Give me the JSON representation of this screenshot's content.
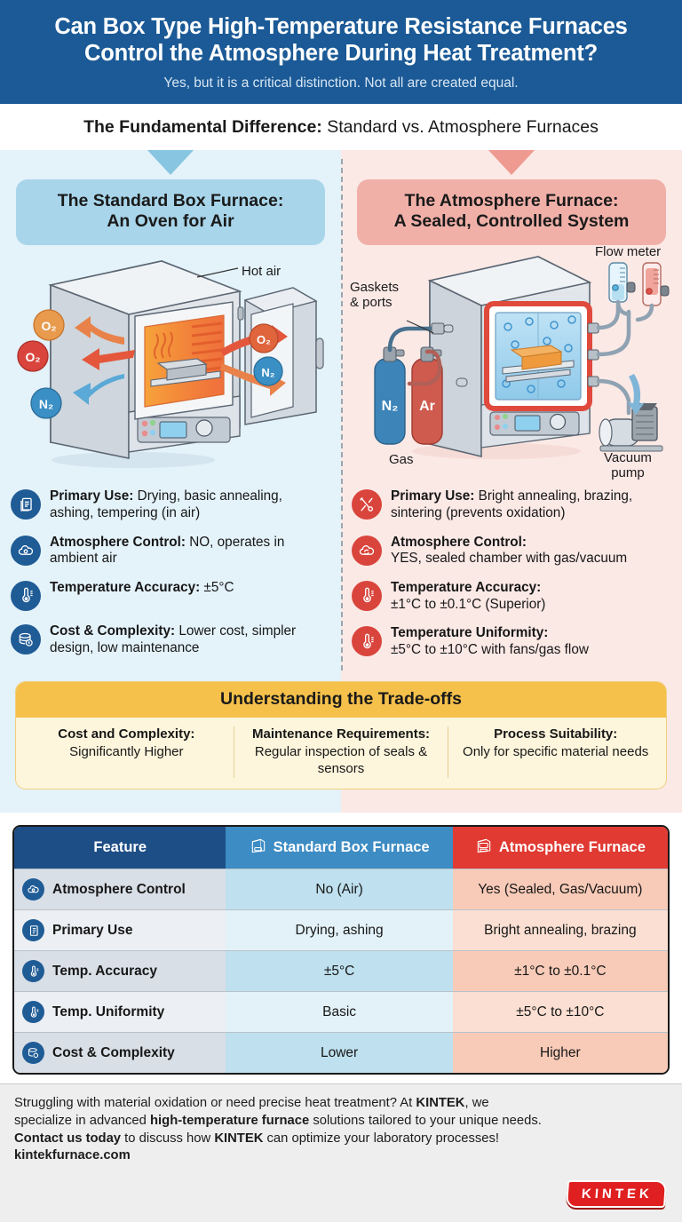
{
  "header": {
    "title_line1": "Can Box Type High-Temperature Resistance Furnaces",
    "title_line2": "Control the Atmosphere During Heat Treatment?",
    "subtitle": "Yes, but it is a critical distinction. Not all are created equal."
  },
  "section": {
    "title_bold": "The Fundamental Difference:",
    "title_rest": " Standard vs. Atmosphere Furnaces"
  },
  "left_column": {
    "pill_line1": "The Standard Box Furnace:",
    "pill_line2": "An Oven for Air",
    "illustration_labels": {
      "hot_air": "Hot air",
      "o2_outer": "O₂",
      "o2_mid": "O₂",
      "n2_outer": "N₂",
      "o2_door": "O₂",
      "n2_door": "N₂"
    },
    "bullets": [
      {
        "icon": "document-icon",
        "label": "Primary Use:",
        "value": " Drying, basic annealing, ashing, tempering (in air)"
      },
      {
        "icon": "cloud-gear-icon",
        "label": "Atmosphere Control:",
        "value": " NO, operates in ambient air"
      },
      {
        "icon": "thermometer-icon",
        "label": "Temperature Accuracy:",
        "value": " ±5°C"
      },
      {
        "icon": "coins-icon",
        "label": "Cost & Complexity:",
        "value": " Lower cost, simpler design, low maintenance"
      }
    ]
  },
  "right_column": {
    "pill_line1": "The Atmosphere Furnace:",
    "pill_line2": "A Sealed, Controlled System",
    "illustration_labels": {
      "gaskets_line1": "Gaskets",
      "gaskets_line2": "& ports",
      "flow_meter": "Flow meter",
      "gas": "Gas",
      "vacuum_line1": "Vacuum",
      "vacuum_line2": "pump",
      "cylinder_n2": "N₂",
      "cylinder_ar": "Ar"
    },
    "bullets": [
      {
        "icon": "tools-icon",
        "label": "Primary Use:",
        "value": " Bright annealing, brazing, sintering (prevents oxidation)"
      },
      {
        "icon": "cloud-cycle-icon",
        "label": "Atmosphere Control:",
        "value": " YES, sealed chamber with gas/vacuum"
      },
      {
        "icon": "thermometer-icon",
        "label": "Temperature Accuracy:",
        "value": "±1°C to ±0.1°C (Superior)"
      },
      {
        "icon": "thermometer-icon",
        "label": "Temperature Uniformity:",
        "value": "±5°C to ±10°C with fans/gas flow"
      }
    ]
  },
  "tradeoffs": {
    "heading": "Understanding the Trade-offs",
    "items": [
      {
        "label": "Cost and Complexity:",
        "value": "Significantly Higher"
      },
      {
        "label": "Maintenance Requirements:",
        "value": "Regular inspection of seals & sensors"
      },
      {
        "label": "Process Suitability:",
        "value": "Only for specific material needs"
      }
    ]
  },
  "table": {
    "headers": {
      "feature": "Feature",
      "standard": "Standard Box Furnace",
      "atmosphere": "Atmosphere Furnace"
    },
    "rows": [
      {
        "icon": "cloud-gear-icon",
        "feature": "Atmosphere Control",
        "standard": "No (Air)",
        "atmosphere": "Yes (Sealed, Gas/Vacuum)"
      },
      {
        "icon": "document-icon",
        "feature": "Primary Use",
        "standard": "Drying, ashing",
        "atmosphere": "Bright annealing, brazing"
      },
      {
        "icon": "thermometer-icon",
        "feature": "Temp. Accuracy",
        "standard": "±5°C",
        "atmosphere": "±1°C to ±0.1°C"
      },
      {
        "icon": "thermometer-icon",
        "feature": "Temp. Uniformity",
        "standard": "Basic",
        "atmosphere": "±5°C to ±10°C"
      },
      {
        "icon": "coins-icon",
        "feature": "Cost & Complexity",
        "standard": "Lower",
        "atmosphere": "Higher"
      }
    ]
  },
  "footer": {
    "text_1": "Struggling with material oxidation or need precise heat treatment? At ",
    "brand_1": "KINTEK",
    "text_2": ", we specialize in advanced ",
    "bold_2": "high-temperature furnace",
    "text_3": " solutions tailored to your unique needs. ",
    "bold_3": "Contact us today",
    "text_4": " to discuss how ",
    "brand_2": "KINTEK",
    "text_5": " can optimize your laboratory processes!",
    "website": "kintekfurnace.com",
    "logo": "KINTEK"
  },
  "colors": {
    "header_blue": "#1b5a96",
    "left_panel": "#e4f2fa",
    "right_panel": "#fbe9e6",
    "blue_accent": "#1f5c96",
    "red_accent": "#d9453c",
    "amber": "#f5c14b",
    "table_header_dark": "#1e4e86",
    "table_header_mid": "#3d8cc4",
    "table_header_red": "#e03a32",
    "brand_red": "#e02020"
  }
}
